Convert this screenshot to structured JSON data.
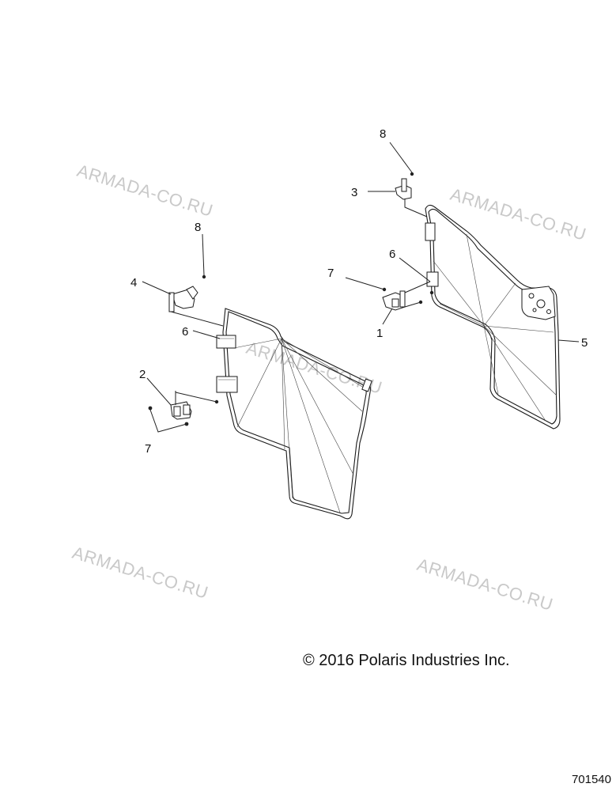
{
  "callouts": {
    "c1": "1",
    "c2": "2",
    "c3": "3",
    "c4": "4",
    "c5": "5",
    "c6_right": "6",
    "c6_left": "6",
    "c7_right": "7",
    "c7_left": "7",
    "c8_right": "8",
    "c8_left": "8"
  },
  "watermarks": [
    "ARMADA-CO.RU",
    "ARMADA-CO.RU",
    "ARMADA-CO.RU",
    "ARMADA-CO.RU",
    "ARMADA-CO.RU"
  ],
  "copyright": "© 2016 Polaris Industries Inc.",
  "diagram_id": "701540"
}
